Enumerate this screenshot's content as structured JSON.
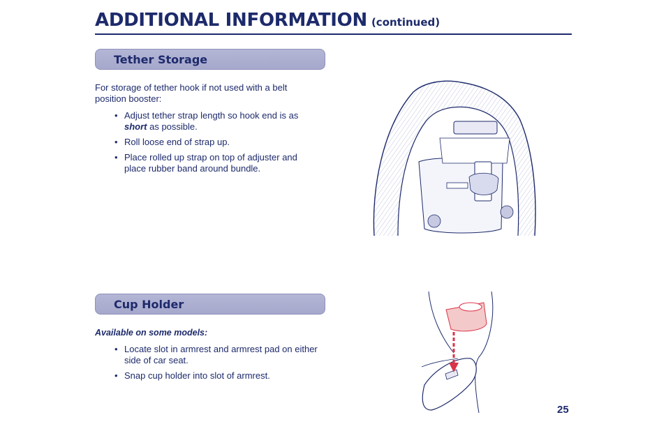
{
  "header": {
    "title": "ADDITIONAL INFORMATION",
    "subtitle": "(continued)"
  },
  "tether": {
    "heading": "Tether Storage",
    "intro": "For storage of tether hook if not used with a belt position booster:",
    "bullet1_pre": "Adjust tether strap length so hook end is as ",
    "bullet1_em": "short",
    "bullet1_post": " as possible.",
    "bullet2": "Roll loose end of strap up.",
    "bullet3": "Place rolled up strap on top of adjuster and place rubber band around bundle."
  },
  "cup": {
    "heading": "Cup Holder",
    "note": "Available on some models:",
    "bullet1": "Locate slot in armrest and armrest pad on either side of car seat.",
    "bullet2": "Snap cup holder into slot of armrest."
  },
  "page_number": "25",
  "icons": [
    "seat-back-illustration",
    "cup-holder-illustration"
  ],
  "colors": {
    "text": "#1d2a6b",
    "section_bar": "#aaaccf",
    "cup_holder": "#f4c9c9",
    "arrow": "#d9344a"
  }
}
